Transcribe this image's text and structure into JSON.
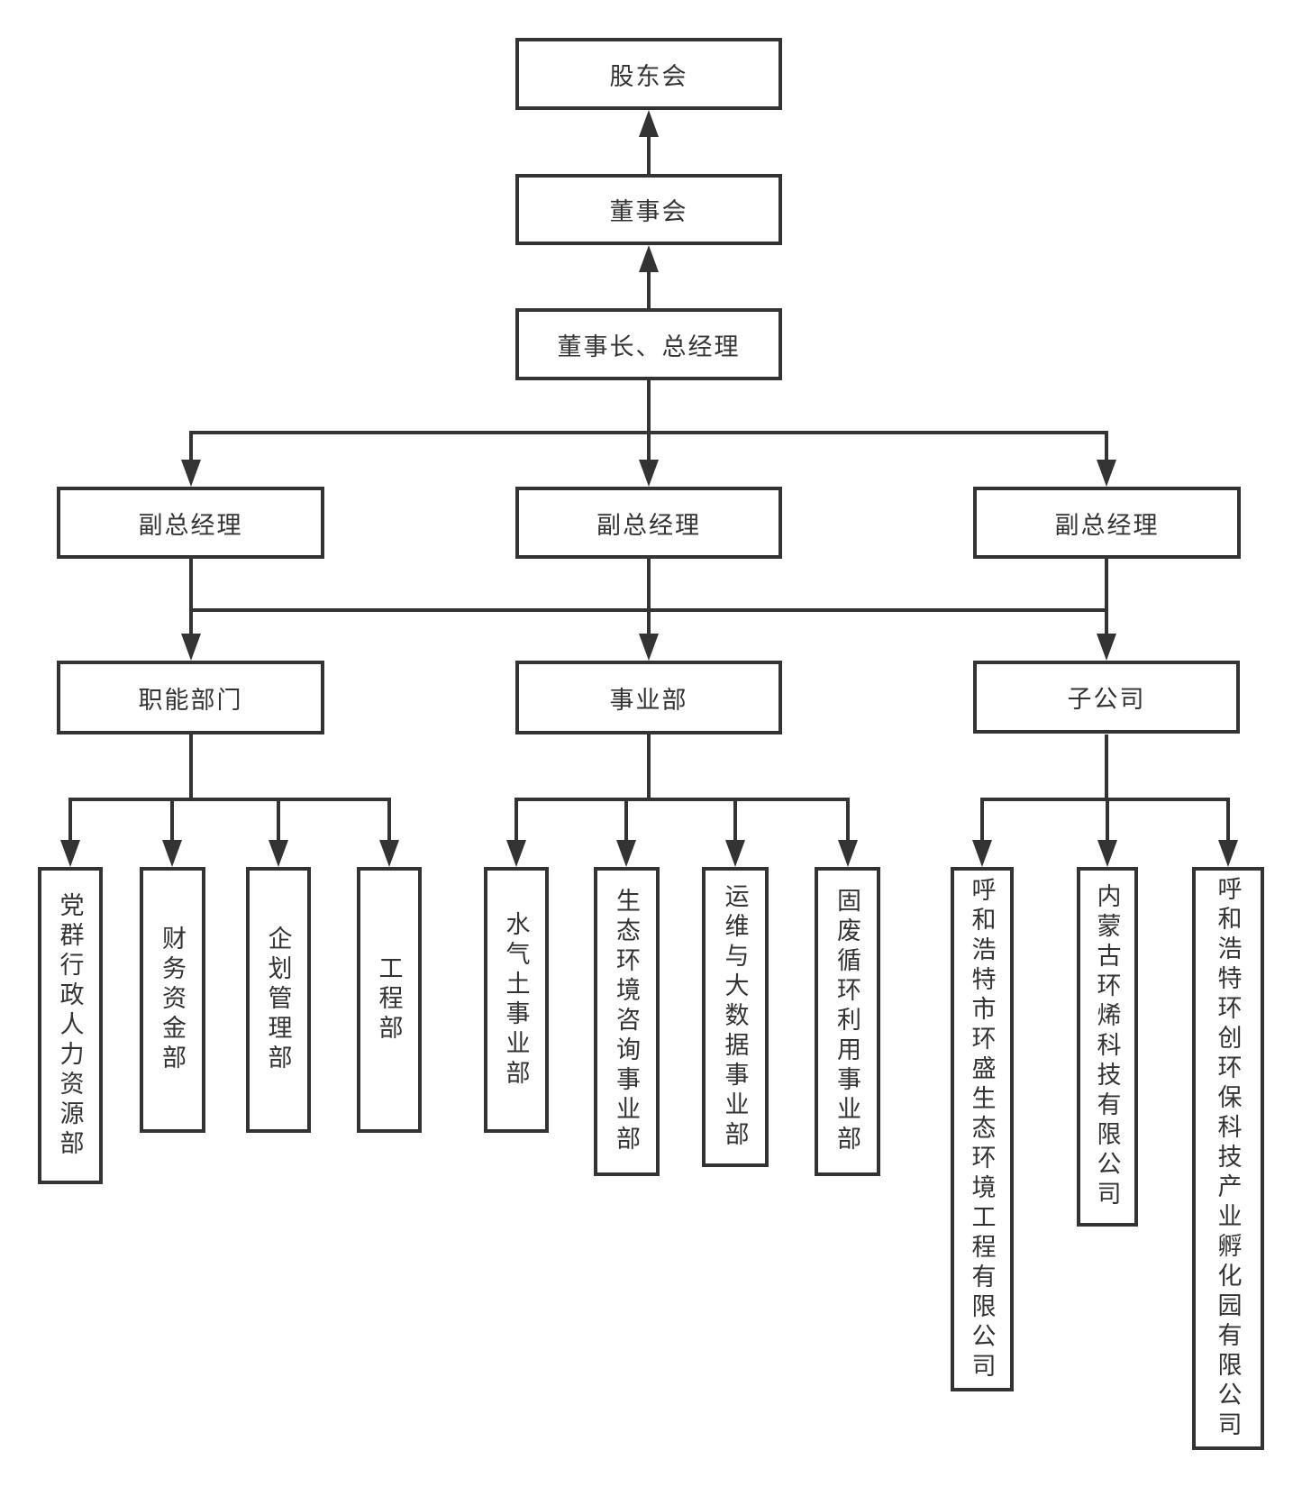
{
  "diagram": {
    "type": "org-chart",
    "colors": {
      "line": "#333333",
      "text": "#333333",
      "background": "#ffffff"
    },
    "nodes": {
      "shareholders": {
        "label": "股东会"
      },
      "board": {
        "label": "董事会"
      },
      "chairman_gm": {
        "label": "董事长、总经理"
      },
      "vps": [
        {
          "label": "副总经理"
        },
        {
          "label": "副总经理"
        },
        {
          "label": "副总经理"
        }
      ],
      "groups": [
        {
          "label": "职能部门",
          "children": [
            {
              "label": "党群行政人力资源部"
            },
            {
              "label": "财务资金部"
            },
            {
              "label": "企划管理部"
            },
            {
              "label": "工程部"
            }
          ]
        },
        {
          "label": "事业部",
          "children": [
            {
              "label": "水气土事业部"
            },
            {
              "label": "生态环境咨询事业部"
            },
            {
              "label": "运维与大数据事业部"
            },
            {
              "label": "固废循环利用事业部"
            }
          ]
        },
        {
          "label": "子公司",
          "children": [
            {
              "label": "呼和浩特市环盛生态环境工程有限公司"
            },
            {
              "label": "内蒙古环烯科技有限公司"
            },
            {
              "label": "呼和浩特环创环保科技产业孵化园有限公司"
            }
          ]
        }
      ]
    }
  }
}
